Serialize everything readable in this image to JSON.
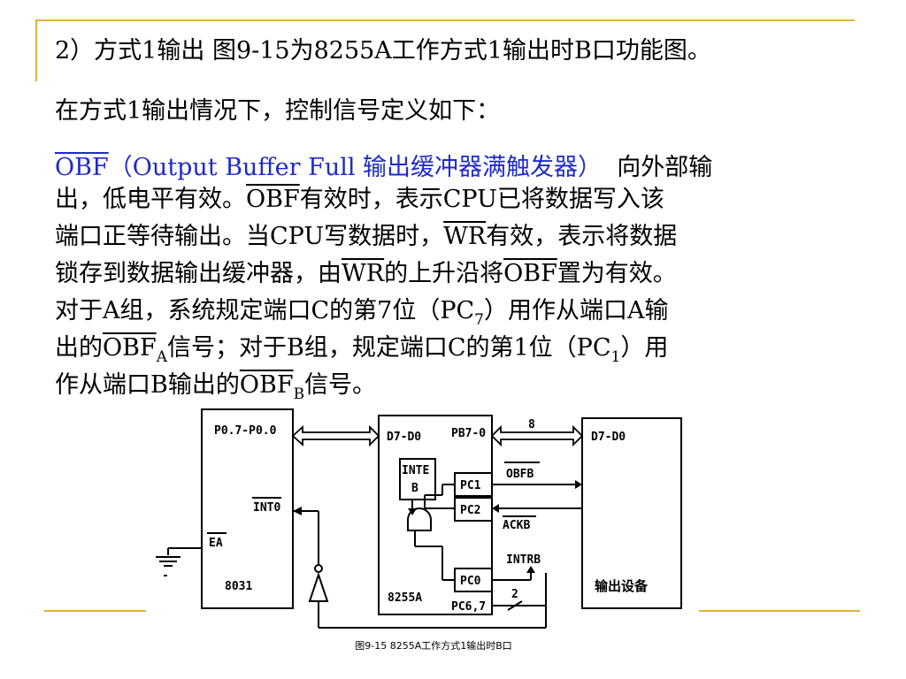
{
  "heading": "2）方式1输出   图9-15为8255A工作方式1输出时B口功能图。",
  "intro": "在方式1输出情况下，控制信号定义如下：",
  "para": {
    "l1_obf": "OBF",
    "l1_blue": "（Output Buffer Full 输出缓冲器满触发器）",
    "l1_end": "向外部输",
    "l2_a": "出，低电平有效。",
    "l2_obf": "OBF",
    "l2_b": "有效时，表示CPU已将数据写入该",
    "l3_a": "端口正等待输出。当CPU写数据时，",
    "l3_wr": "WR",
    "l3_b": "有效，表示将数据",
    "l4_a": "锁存到数据输出缓冲器，由",
    "l4_wr": "WR",
    "l4_b": "的上升沿将",
    "l4_obf": "OBF",
    "l4_c": "置为有效。",
    "l5_a": "对于A组，系统规定端口C的第7位（PC",
    "l5_sub": "7",
    "l5_b": "）用作从端口A输",
    "l6_a": "出的",
    "l6_obf": "OBF",
    "l6_sub": "A",
    "l6_b": "信号；对于B组，规定端口C的第1位（PC",
    "l6_sub2": "1",
    "l6_c": "）用",
    "l7_a": "作从端口B输出的",
    "l7_obf": "OBF",
    "l7_sub": "B",
    "l7_b": "信号。"
  },
  "diagram": {
    "p0": "P0.7-P0.0",
    "int0": "INT0",
    "ea": "EA",
    "cpu": "8031",
    "d7d0_left": "D7-D0",
    "pb": "PB7-0",
    "inte": "INTE",
    "inte_b": "B",
    "pc1": "PC1",
    "pc2": "PC2",
    "pc0": "PC0",
    "pc67": "PC6,7",
    "chip": "8255A",
    "bus_width": "8",
    "obfb": "OBFB",
    "ackb": "ACKB",
    "intrb": "INTRB",
    "two": "2",
    "d7d0_right": "D7-D0",
    "device": "输出设备",
    "minus": "-"
  },
  "caption": "图9-15 8255A工作方式1输出时B口"
}
